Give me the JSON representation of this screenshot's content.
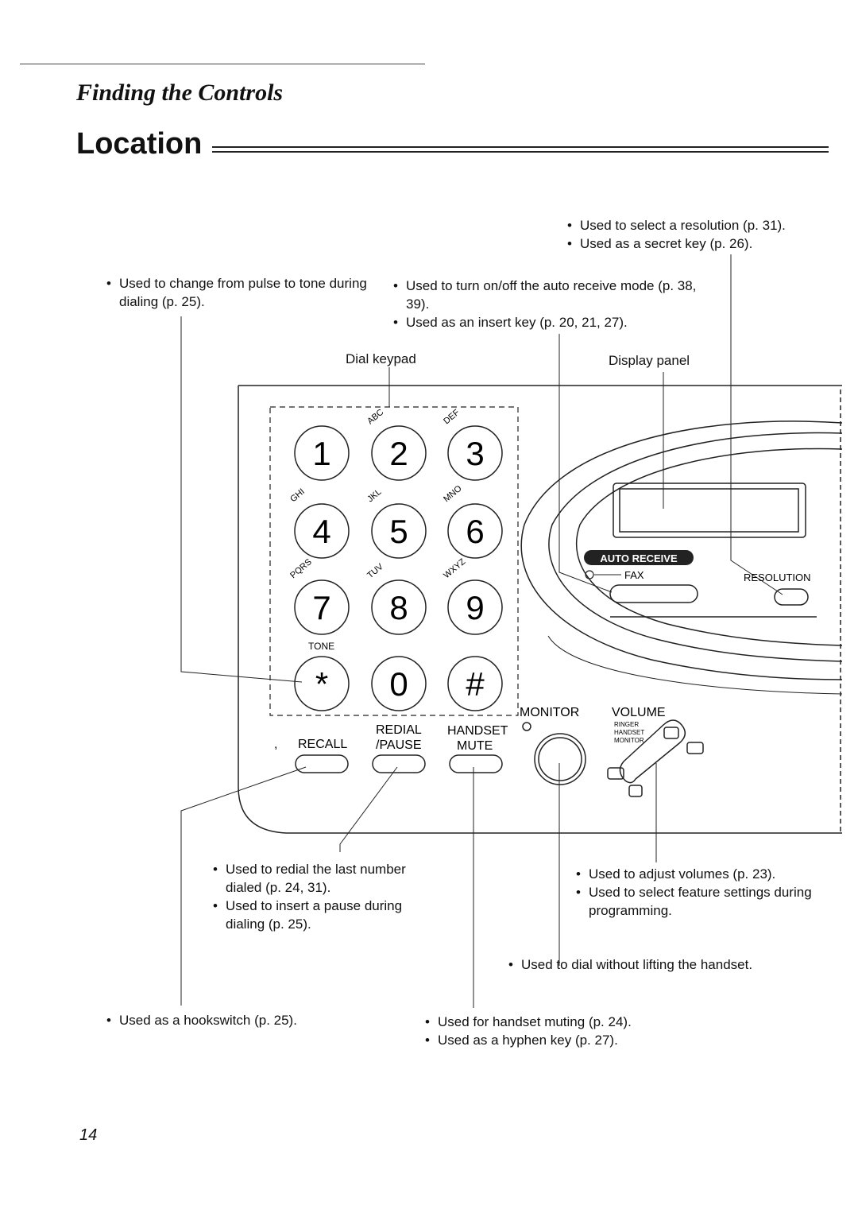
{
  "section_title": "Finding the Controls",
  "page_title": "Location",
  "page_number": "14",
  "callouts": {
    "resolution": [
      "Used to select a resolution (p. 31).",
      "Used as a secret key (p. 26)."
    ],
    "tone": [
      "Used to change from pulse to tone during dialing (p. 25)."
    ],
    "auto_receive": [
      "Used to turn on/off the auto receive mode (p. 38, 39).",
      "Used as an insert key (p. 20, 21, 27)."
    ],
    "redial": [
      "Used to redial the last number dialed (p. 24, 31).",
      "Used to insert a pause during dialing (p. 25)."
    ],
    "volume": [
      "Used to adjust volumes (p. 23).",
      "Used to select feature settings during programming."
    ],
    "monitor": [
      "Used to dial without lifting the handset."
    ],
    "recall": [
      "Used as a hookswitch (p. 25)."
    ],
    "mute": [
      "Used for handset muting (p. 24).",
      "Used as a hyphen key (p. 27)."
    ]
  },
  "labels": {
    "dial_keypad": "Dial keypad",
    "display_panel": "Display panel"
  },
  "device": {
    "keys": [
      "1",
      "2",
      "3",
      "4",
      "5",
      "6",
      "7",
      "8",
      "9",
      "*",
      "0",
      "#"
    ],
    "key_letters": [
      "ABC",
      "DEF",
      "GHI",
      "JKL",
      "MNO",
      "PQRS",
      "TUV",
      "WXYZ"
    ],
    "tone": "TONE",
    "auto_receive": "AUTO RECEIVE",
    "fax": "FAX",
    "resolution": "RESOLUTION",
    "monitor": "MONITOR",
    "volume": "VOLUME",
    "volume_sub": [
      "RINGER",
      "HANDSET",
      "MONITOR"
    ],
    "recall": "RECALL",
    "redial": "REDIAL",
    "pause": "/PAUSE",
    "handset": "HANDSET",
    "mute": "MUTE"
  }
}
